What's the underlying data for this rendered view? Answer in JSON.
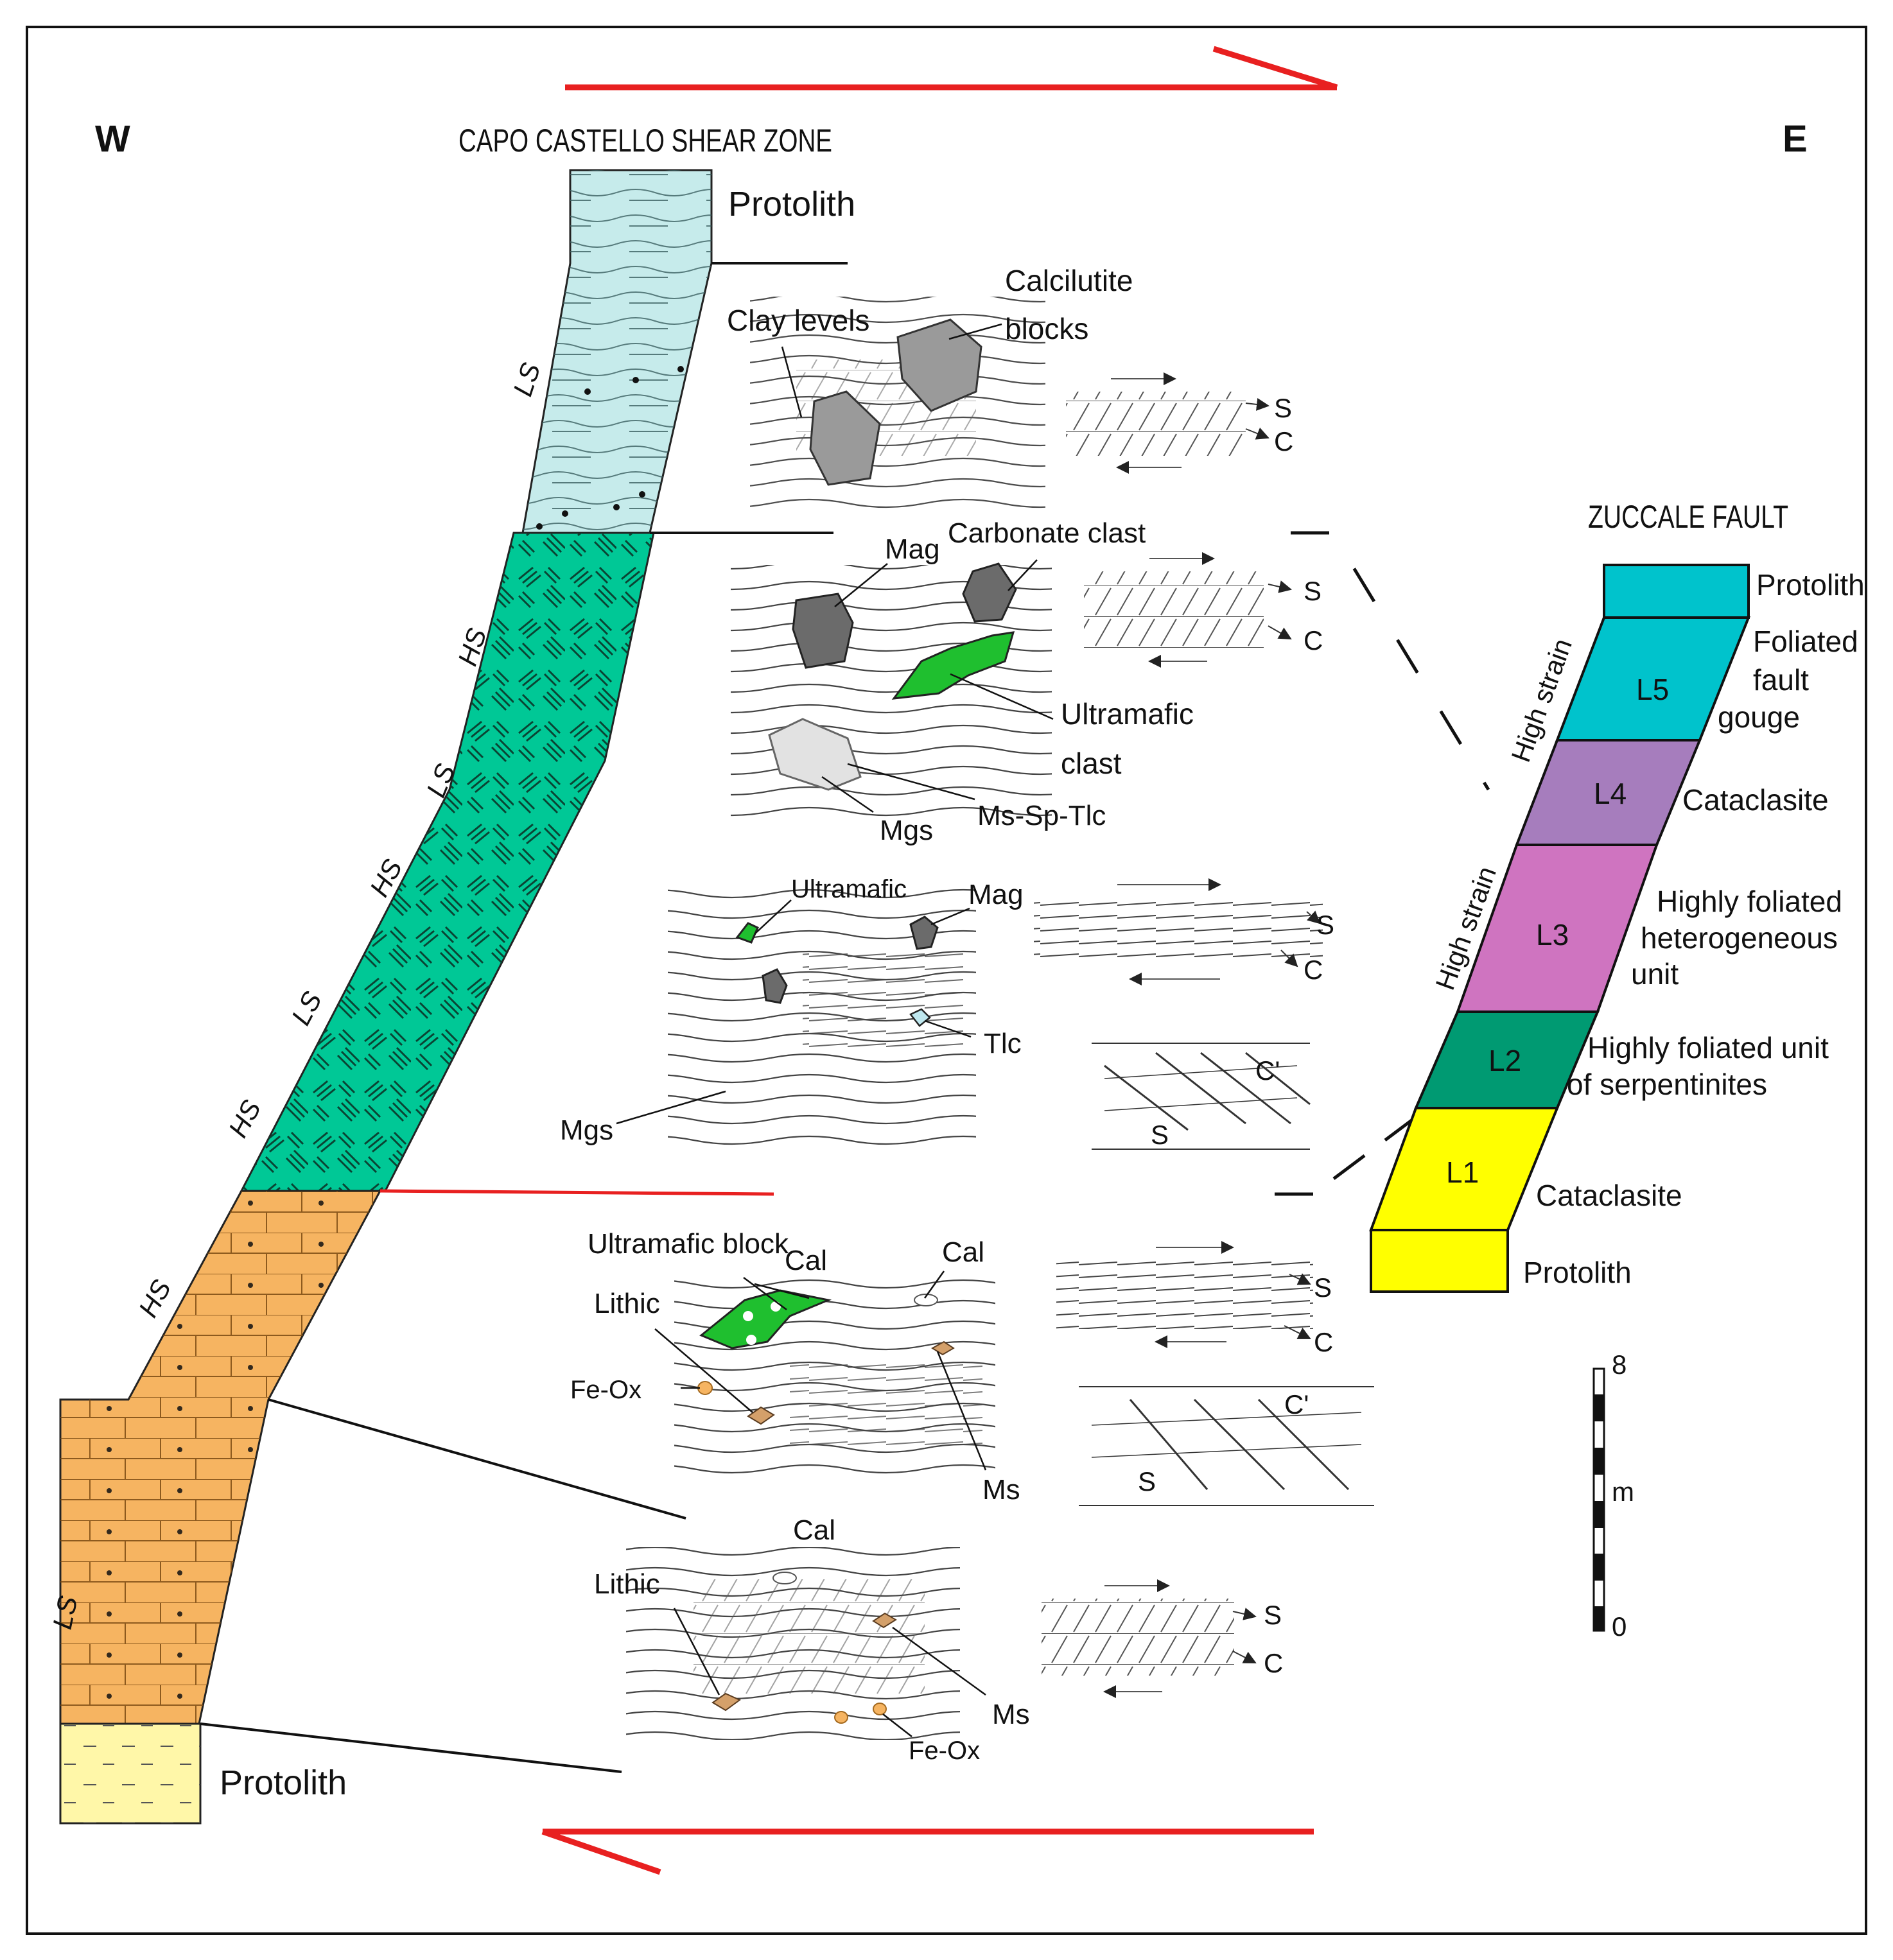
{
  "orientation": {
    "west": "W",
    "east": "E"
  },
  "capo_castello": {
    "title": "CAPO CASTELLO SHEAR ZONE",
    "protolith_top": "Protolith",
    "protolith_bottom": "Protolith",
    "strain_labels": [
      "LS",
      "HS",
      "LS",
      "HS",
      "LS",
      "HS",
      "HS",
      "LS"
    ],
    "colors": {
      "top_unit": "#c6ebeb",
      "middle_unit": "#00c896",
      "bottom_unit": "#f6b461",
      "protolith": "#fff7a8"
    }
  },
  "sketches": {
    "s1": {
      "clay": "Clay levels",
      "calc1": "Calcilutite",
      "calc2": "blocks",
      "S": "S",
      "C": "C"
    },
    "s2": {
      "mag": "Mag",
      "carb": "Carbonate clast",
      "ultra1": "Ultramafic",
      "ultra2": "clast",
      "mgs": "Mgs",
      "mssptlc": "Ms-Sp-Tlc",
      "S": "S",
      "C": "C"
    },
    "s3": {
      "ultra": "Ultramafic",
      "mag": "Mag",
      "tlc": "Tlc",
      "mgs": "Mgs",
      "S": "S",
      "C": "C",
      "Cp": "C'",
      "S2": "S"
    },
    "s4": {
      "ultrablock": "Ultramafic block",
      "cal1": "Cal",
      "cal2": "Cal",
      "lithic": "Lithic",
      "feox": "Fe-Ox",
      "ms": "Ms",
      "S": "S",
      "C": "C",
      "Cp": "C'",
      "S2": "S"
    },
    "s5": {
      "cal": "Cal",
      "lithic": "Lithic",
      "ms": "Ms",
      "feox": "Fe-Ox",
      "S": "S",
      "C": "C"
    }
  },
  "zuccale": {
    "title": "ZUCCALE FAULT",
    "protolith_top": "Protolith",
    "protolith_bottom": "Protolith",
    "high_strain_upper": "High strain",
    "high_strain_lower": "High strain",
    "layers": [
      {
        "id": "L5",
        "desc": [
          "Foliated",
          "fault",
          "gouge"
        ],
        "color": "#00c3cc"
      },
      {
        "id": "L4",
        "desc": [
          "Cataclasite"
        ],
        "color": "#a67dbd"
      },
      {
        "id": "L3",
        "desc": [
          "Highly foliated",
          "heterogeneous",
          "unit"
        ],
        "color": "#cf74c0"
      },
      {
        "id": "L2",
        "desc": [
          "Highly foliated unit",
          "of serpentinites"
        ],
        "color": "#009a72"
      },
      {
        "id": "L1",
        "desc": [
          "Cataclasite"
        ],
        "color": "#ffff00"
      }
    ],
    "protolith_top_color": "#00c3cc",
    "protolith_bottom_color": "#ffff00"
  },
  "scale_bar": {
    "top": "8",
    "unit": "m",
    "bottom": "0"
  },
  "shear_arrow_color": "#e82020"
}
